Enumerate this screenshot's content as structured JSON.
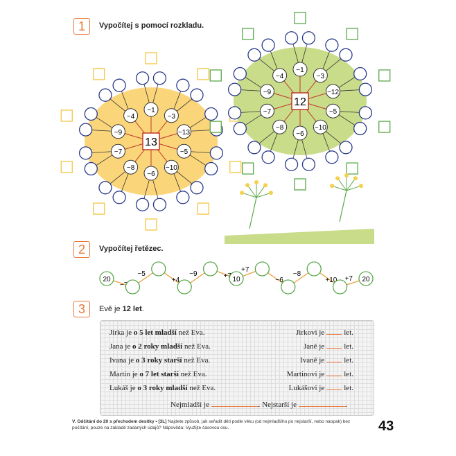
{
  "task1": {
    "number": "1",
    "title": "Vypočítej s pomocí rozkladu.",
    "flowers": [
      {
        "center": "13",
        "petals": [
          "−1",
          "−3",
          "−13",
          "−5",
          "−10",
          "−6",
          "−8",
          "−7",
          "−9",
          "−4"
        ],
        "color": "#fbd57a",
        "square_color": "#f5c542"
      },
      {
        "center": "12",
        "petals": [
          "−1",
          "−3",
          "−12",
          "−5",
          "−10",
          "−6",
          "−8",
          "−7",
          "−9",
          "−4"
        ],
        "color": "#c9dc8a",
        "square_color": "#5aa84a"
      }
    ]
  },
  "task2": {
    "number": "2",
    "title": "Vypočítej řetězec.",
    "chain": [
      {
        "value": "20"
      },
      {
        "op": "−7"
      },
      {
        "value": ""
      },
      {
        "op": "−5"
      },
      {
        "value": ""
      },
      {
        "op": "+4"
      },
      {
        "value": ""
      },
      {
        "op": "−9"
      },
      {
        "value": ""
      },
      {
        "op": "+7"
      },
      {
        "value": "10"
      },
      {
        "op": "+7"
      },
      {
        "value": ""
      },
      {
        "op": "−6"
      },
      {
        "value": ""
      },
      {
        "op": "−8"
      },
      {
        "value": ""
      },
      {
        "op": "+10"
      },
      {
        "value": ""
      },
      {
        "op": "+7"
      },
      {
        "value": "20"
      }
    ]
  },
  "task3": {
    "number": "3",
    "intro": "Evě je ",
    "intro_bold": "12 let",
    "intro_end": ".",
    "rows": [
      {
        "name": "Jirka je ",
        "bold": "o 5 let mladší",
        "rest": " než Eva.",
        "answer": "Jirkovi je",
        "unit": "let."
      },
      {
        "name": "Jana je ",
        "bold": "o 2 roky mladší",
        "rest": " než Eva.",
        "answer": "Janě je",
        "unit": "let."
      },
      {
        "name": "Ivana je ",
        "bold": "o 3 roky starší",
        "rest": " než Eva.",
        "answer": "Ivaně je",
        "unit": "let."
      },
      {
        "name": "Martin je ",
        "bold": "o 7 let starší",
        "rest": " než Eva.",
        "answer": "Martinovi je",
        "unit": "let."
      },
      {
        "name": "Lukáš je ",
        "bold": "o 3 roky mladší",
        "rest": " než Eva.",
        "answer": "Lukášovi je",
        "unit": "let."
      }
    ],
    "youngest": "Nejmladší je",
    "oldest": ". Nejstarší je",
    "end": "."
  },
  "footer": {
    "chapter": "V. Odčítání do 20 s přechodem desítky • ",
    "code": "[3L]",
    "text": " Najdete způsob, jak seřadit děti podle věku (od nejmladšího po nejstarší, nebo naopak) bez počítání, pouze na základě zadaných údajů? Nápověda: Využijte časovou osu.",
    "page": "43"
  }
}
